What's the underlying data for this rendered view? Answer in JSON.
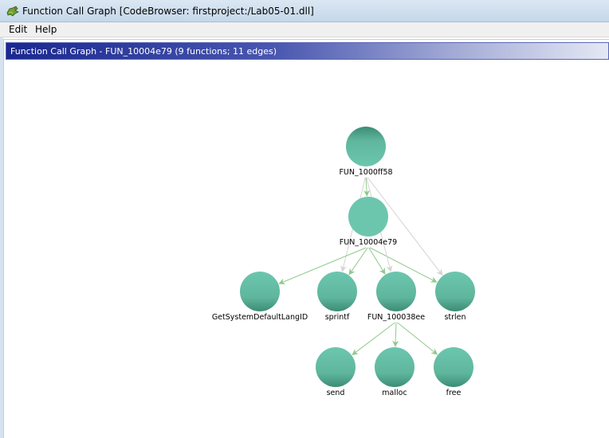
{
  "window": {
    "title": "Function Call Graph [CodeBrowser: firstproject:/Lab05-01.dll]",
    "icon": "dragon-app-icon"
  },
  "menu": {
    "items": [
      {
        "label": "Edit"
      },
      {
        "label": "Help"
      }
    ]
  },
  "panel": {
    "title": "Function Call Graph - FUN_10004e79 (9 functions; 11 edges)"
  },
  "graph": {
    "node_color": "#6cc6ae",
    "edge_color": "#8fca8a",
    "faded_edge_color": "#d4d4d4",
    "nodes": [
      {
        "id": "n0",
        "label": "FUN_1000ff58"
      },
      {
        "id": "n1",
        "label": "FUN_10004e79"
      },
      {
        "id": "n2",
        "label": "GetSystemDefaultLangID"
      },
      {
        "id": "n3",
        "label": "sprintf"
      },
      {
        "id": "n4",
        "label": "FUN_100038ee"
      },
      {
        "id": "n5",
        "label": "strlen"
      },
      {
        "id": "n6",
        "label": "send"
      },
      {
        "id": "n7",
        "label": "malloc"
      },
      {
        "id": "n8",
        "label": "free"
      }
    ],
    "edges": [
      {
        "from": "n0",
        "to": "n1",
        "faded": false
      },
      {
        "from": "n0",
        "to": "n5",
        "faded": true
      },
      {
        "from": "n0",
        "to": "n3",
        "faded": true
      },
      {
        "from": "n1",
        "to": "n2",
        "faded": false
      },
      {
        "from": "n1",
        "to": "n3",
        "faded": false
      },
      {
        "from": "n1",
        "to": "n4",
        "faded": false
      },
      {
        "from": "n1",
        "to": "n5",
        "faded": false
      },
      {
        "from": "n4",
        "to": "n6",
        "faded": false
      },
      {
        "from": "n4",
        "to": "n7",
        "faded": false
      },
      {
        "from": "n4",
        "to": "n8",
        "faded": false
      },
      {
        "from": "n0",
        "to": "n4",
        "faded": true
      }
    ]
  }
}
